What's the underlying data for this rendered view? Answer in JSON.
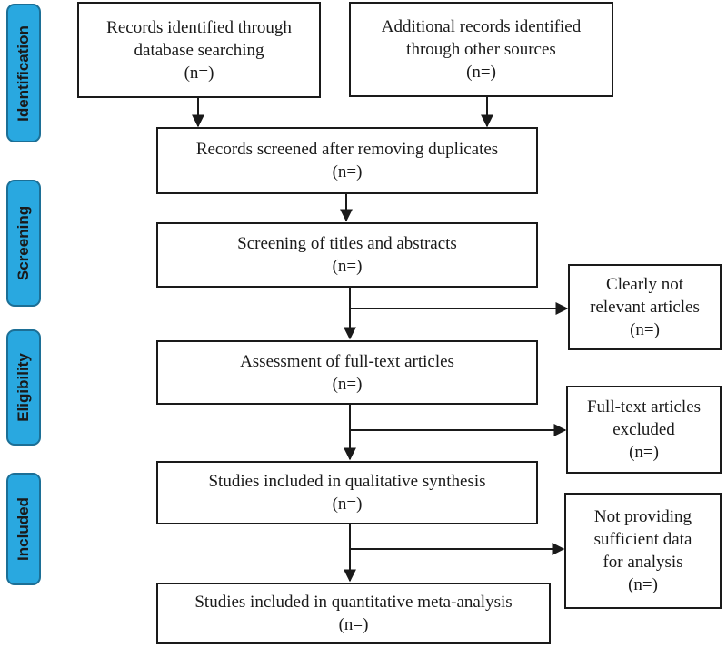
{
  "stages": [
    {
      "id": "identification",
      "label": "Identification"
    },
    {
      "id": "screening",
      "label": "Screening"
    },
    {
      "id": "eligibility",
      "label": "Eligibility"
    },
    {
      "id": "included",
      "label": "Included"
    }
  ],
  "boxes": {
    "records_database": {
      "lines": [
        "Records identified through",
        "database searching",
        "(n=)"
      ]
    },
    "records_other": {
      "lines": [
        "Additional records identified",
        "through other sources",
        "(n=)"
      ]
    },
    "records_screened": {
      "lines": [
        "Records screened after removing duplicates",
        "(n=)"
      ]
    },
    "screening_titles": {
      "lines": [
        "Screening of titles and abstracts",
        "(n=)"
      ]
    },
    "not_relevant": {
      "lines": [
        "Clearly not",
        "relevant articles",
        "(n=)"
      ]
    },
    "fulltext_assessment": {
      "lines": [
        "Assessment of full-text articles",
        "(n=)"
      ]
    },
    "fulltext_excluded": {
      "lines": [
        "Full-text articles",
        "excluded",
        "(n=)"
      ]
    },
    "qualitative": {
      "lines": [
        "Studies included in qualitative synthesis",
        "(n=)"
      ]
    },
    "insufficient_data": {
      "lines": [
        "Not providing",
        "sufficient data",
        "for analysis",
        "(n=)"
      ]
    },
    "quantitative": {
      "lines": [
        "Studies included in quantitative meta-analysis",
        "(n=)"
      ]
    }
  },
  "colors": {
    "stage_fill": "#29a8e0",
    "stage_border": "#1c6f96",
    "line": "#1a1a1a"
  }
}
